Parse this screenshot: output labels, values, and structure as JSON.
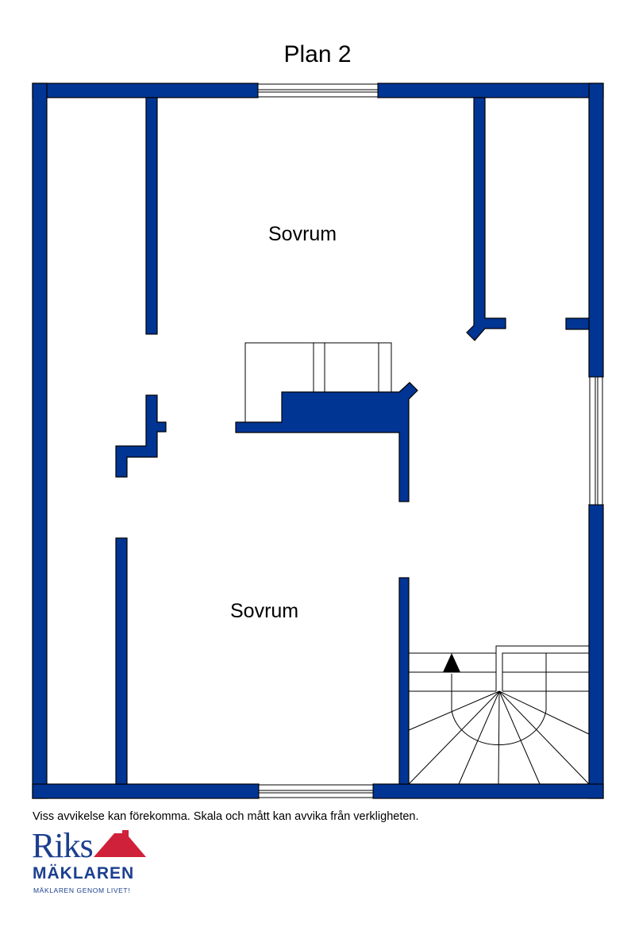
{
  "title": "Plan 2",
  "rooms": [
    {
      "label": "Sovrum"
    },
    {
      "label": "Sovrum"
    }
  ],
  "disclaimer": "Viss avvikelse kan förekomma. Skala och mått kan avvika från verkligheten.",
  "logo": {
    "name": "Riks",
    "subtitle": "MÄKLAREN",
    "slogan": "MÄKLAREN GENOM LIVET!",
    "icon": "house-roof-icon"
  },
  "colors": {
    "wall": "#003594",
    "logo_blue": "#1c3f8f",
    "logo_red": "#d0213a"
  }
}
